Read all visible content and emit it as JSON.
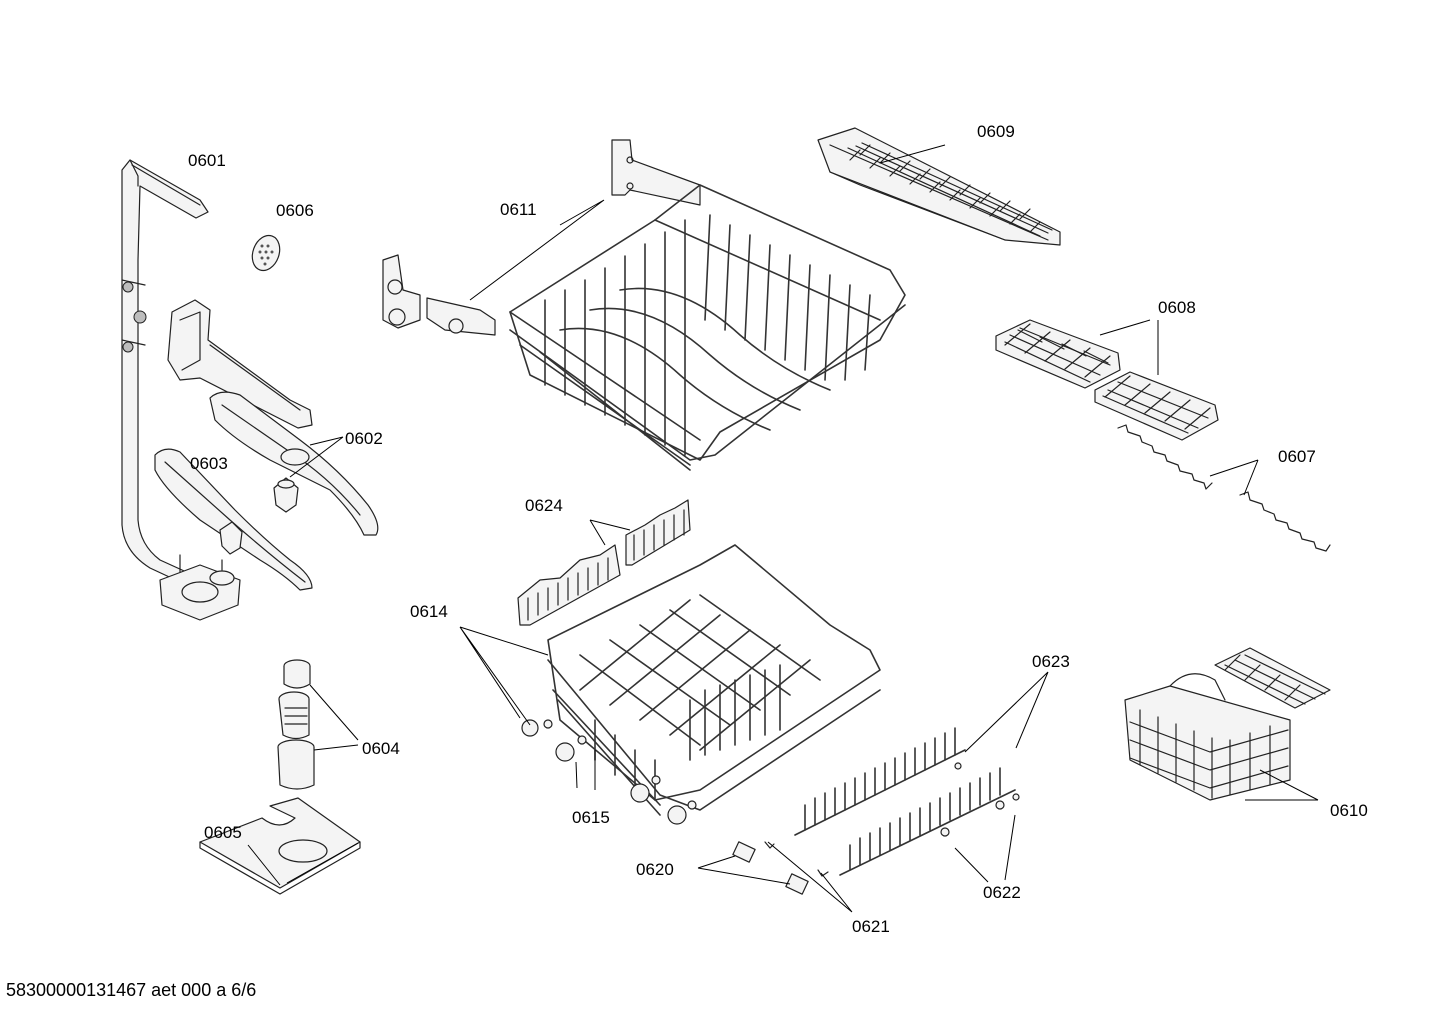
{
  "diagram": {
    "footer_text": "58300000131467 aet 000 a 6/6",
    "callouts": [
      {
        "id": "0601",
        "label": "0601"
      },
      {
        "id": "0602",
        "label": "0602"
      },
      {
        "id": "0603",
        "label": "0603"
      },
      {
        "id": "0604",
        "label": "0604"
      },
      {
        "id": "0605",
        "label": "0605"
      },
      {
        "id": "0606",
        "label": "0606"
      },
      {
        "id": "0607",
        "label": "0607"
      },
      {
        "id": "0608",
        "label": "0608"
      },
      {
        "id": "0609",
        "label": "0609"
      },
      {
        "id": "0610",
        "label": "0610"
      },
      {
        "id": "0611",
        "label": "0611"
      },
      {
        "id": "0614",
        "label": "0614"
      },
      {
        "id": "0615",
        "label": "0615"
      },
      {
        "id": "0620",
        "label": "0620"
      },
      {
        "id": "0621",
        "label": "0621"
      },
      {
        "id": "0622",
        "label": "0622"
      },
      {
        "id": "0623",
        "label": "0623"
      },
      {
        "id": "0624",
        "label": "0624"
      }
    ]
  }
}
